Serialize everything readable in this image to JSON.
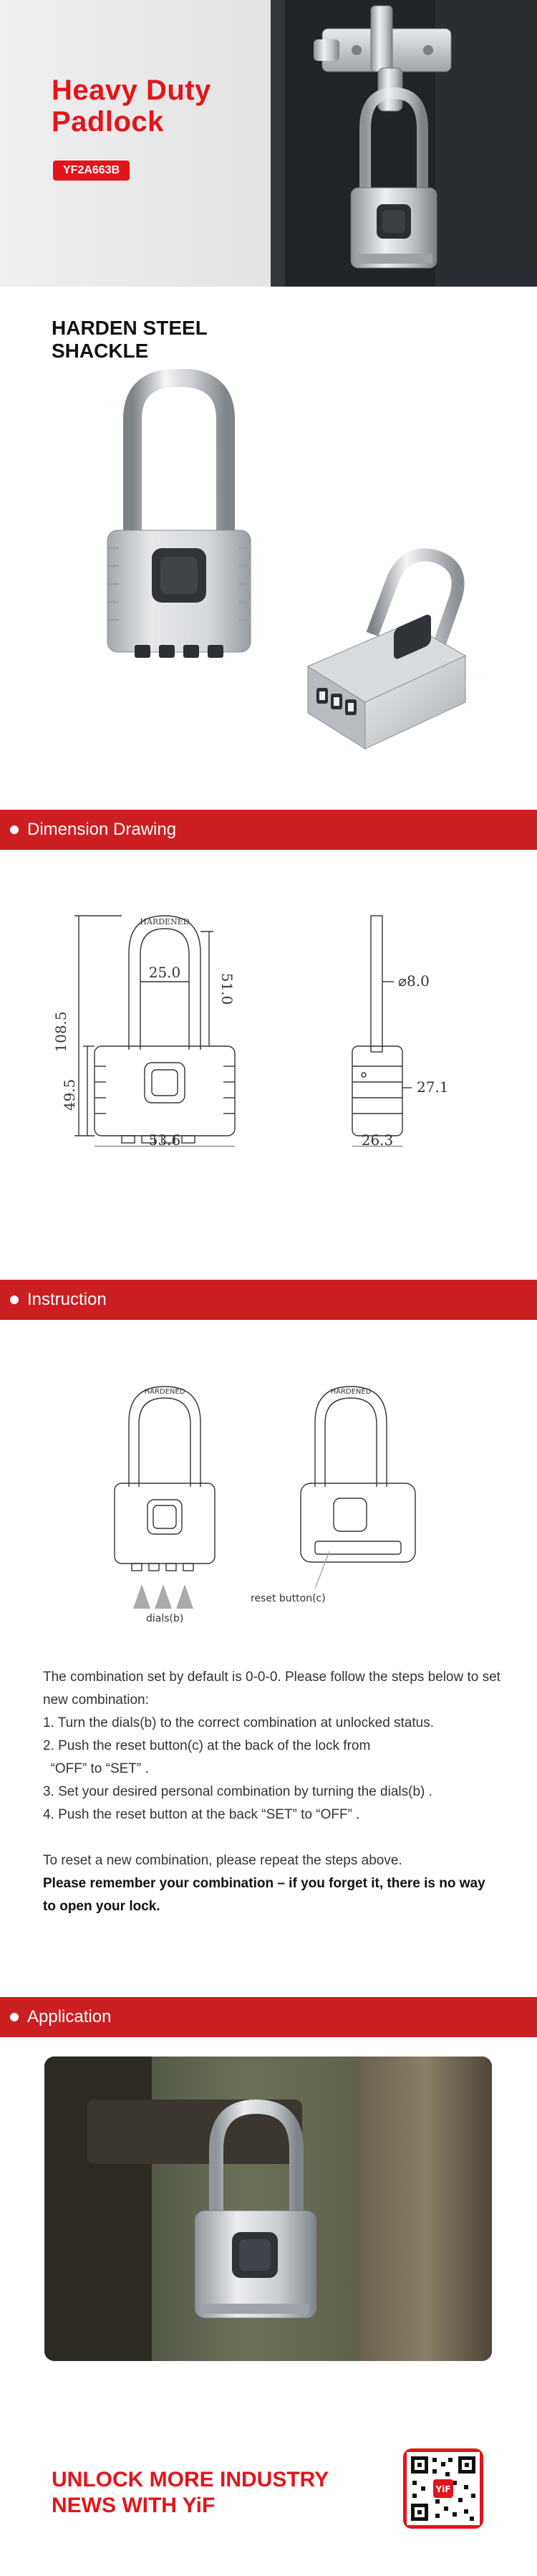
{
  "hero": {
    "title_line1": "Heavy Duty",
    "title_line2": "Padlock",
    "model": "YF2A663B"
  },
  "feature": {
    "title_line1": "HARDEN STEEL",
    "title_line2": "SHACKLE"
  },
  "sections": {
    "dimension": "Dimension Drawing",
    "instruction": "Instruction",
    "application": "Application"
  },
  "drawing": {
    "stamp": "HARDENED",
    "total_height": "108.5",
    "inner_width": "25.0",
    "shackle_clearance": "51.0",
    "shackle_dia": "⌀8.0",
    "body_height": "49.5",
    "depth_side": "27.1",
    "body_width": "53.6",
    "thickness": "26.3"
  },
  "instruction": {
    "stamp": "HARDENED",
    "dials_label": "dials(b)",
    "reset_label": "reset button(c)"
  },
  "steps": {
    "intro": "The combination set by default is 0-0-0. Please follow the steps below to set new combination:",
    "step1": "1. Turn the dials(b) to the correct combination at unlocked status.",
    "step2": "2. Push the reset button(c) at the back of the lock from\n  “OFF” to “SET” .",
    "step3": "3. Set your desired personal combination by turning the dials(b) .",
    "step4": "4. Push the reset button at the back “SET” to “OFF” .",
    "reset_note": "To reset a new combination, please repeat the steps above.",
    "warning": "Please remember your combination – if you forget it, there is no way to open your lock."
  },
  "footer": {
    "title_line1": "UNLOCK MORE INDUSTRY",
    "title_line2": "NEWS WITH YiF",
    "qr_mark": "YiF"
  },
  "colors": {
    "brand_red": "#e4141b",
    "bar_red": "#cc1f22"
  }
}
